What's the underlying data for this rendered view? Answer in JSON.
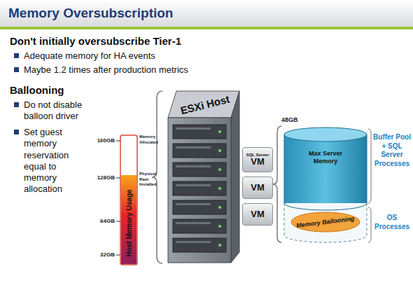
{
  "diagram": {
    "title": "Memory Oversubscription",
    "nodes": [
      {
        "text": [
          "Host Memory Usage"
        ]
      },
      {
        "text": [
          "ESXi Host"
        ]
      },
      {
        "text": [
          "SQL Server",
          "VM"
        ]
      },
      {
        "text": [
          "VM"
        ]
      },
      {
        "text": [
          "VM"
        ]
      },
      {
        "text": [
          "Max Server Memory"
        ]
      },
      {
        "text": [
          "Memory Ballooning"
        ],
        "in": 5
      }
    ],
    "labels": [
      "Don't initially oversubscribe Tier-1",
      "Adequate memory for HA events",
      "Maybe 1.2 times after production metrics",
      "Ballooning",
      "Do not disable balloon driver",
      "Set guest memory reservation equal to memory allocation",
      "160GB",
      "128GB",
      "64GB",
      "32GB",
      "Memory Allocated",
      "Physical Ram Installed",
      "48GB",
      "Buffer Pool + SQL Server Processes",
      "OS Processes"
    ]
  }
}
